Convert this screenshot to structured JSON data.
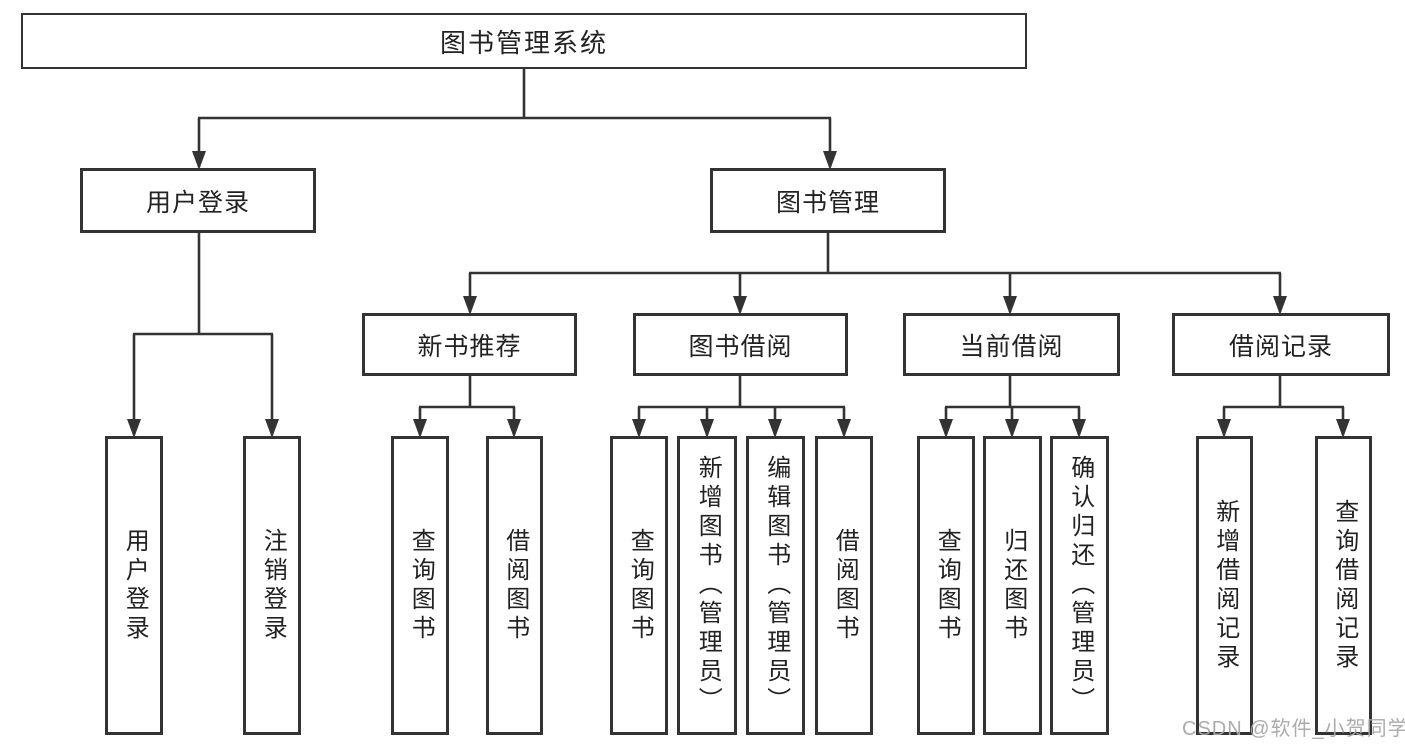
{
  "colors": {
    "line": "#333333",
    "node_border": "#333333",
    "node_background": "#ffffff",
    "text": "#222222",
    "watermark_text": "#a8a8a8",
    "page_background": "#ffffff"
  },
  "watermark": {
    "text": "CSDN @软件_小贺同学"
  },
  "tree": {
    "root": {
      "label": "图书管理系统",
      "children": [
        {
          "label": "用户登录",
          "children": [
            {
              "label": "用户登录"
            },
            {
              "label": "注销登录"
            }
          ]
        },
        {
          "label": "图书管理",
          "children": [
            {
              "label": "新书推荐",
              "children": [
                {
                  "label": "查询图书"
                },
                {
                  "label": "借阅图书"
                }
              ]
            },
            {
              "label": "图书借阅",
              "children": [
                {
                  "label": "查询图书"
                },
                {
                  "label": "新增图书（管理员）"
                },
                {
                  "label": "编辑图书（管理员）"
                },
                {
                  "label": "借阅图书"
                }
              ]
            },
            {
              "label": "当前借阅",
              "children": [
                {
                  "label": "查询图书"
                },
                {
                  "label": "归还图书"
                },
                {
                  "label": "确认归还（管理员）"
                }
              ]
            },
            {
              "label": "借阅记录",
              "children": [
                {
                  "label": "新增借阅记录"
                },
                {
                  "label": "查询借阅记录"
                }
              ]
            }
          ]
        }
      ]
    }
  }
}
